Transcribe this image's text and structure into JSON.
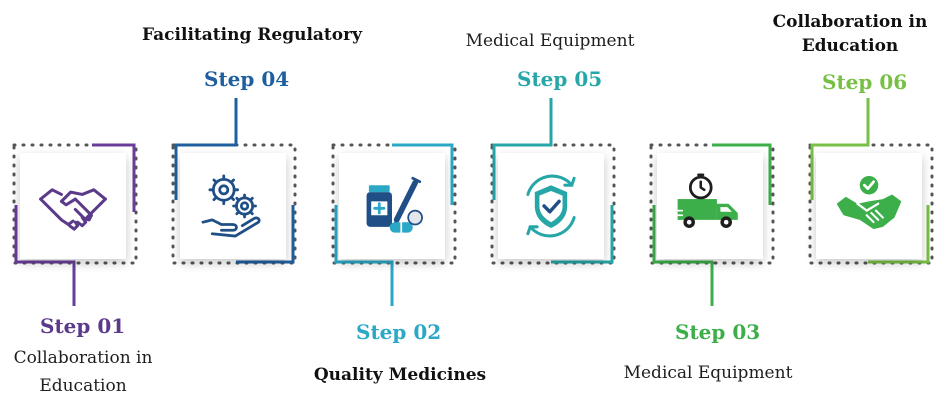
{
  "steps": [
    {
      "label": "Step 01",
      "caption": "Collaboration in Education",
      "color": "#6a3d9a",
      "icon": "handshake-icon"
    },
    {
      "label": "Step 02",
      "caption": "Quality Medicines",
      "color": "#2aa8c6",
      "icon": "medicine-syringe-icon"
    },
    {
      "label": "Step 03",
      "caption": "Medical Equipment",
      "color": "#3cae4a",
      "icon": "delivery-truck-icon"
    },
    {
      "label": "Step 04",
      "caption": "Facilitating Regulatory",
      "color": "#1f5fa0",
      "icon": "gears-hand-icon"
    },
    {
      "label": "Step 05",
      "caption": "Medical Equipment",
      "color": "#27a6a8",
      "icon": "shield-check-icon"
    },
    {
      "label": "Step 06",
      "caption": "Collaboration in Education",
      "color": "#78c045",
      "icon": "handshake-check-icon"
    }
  ]
}
